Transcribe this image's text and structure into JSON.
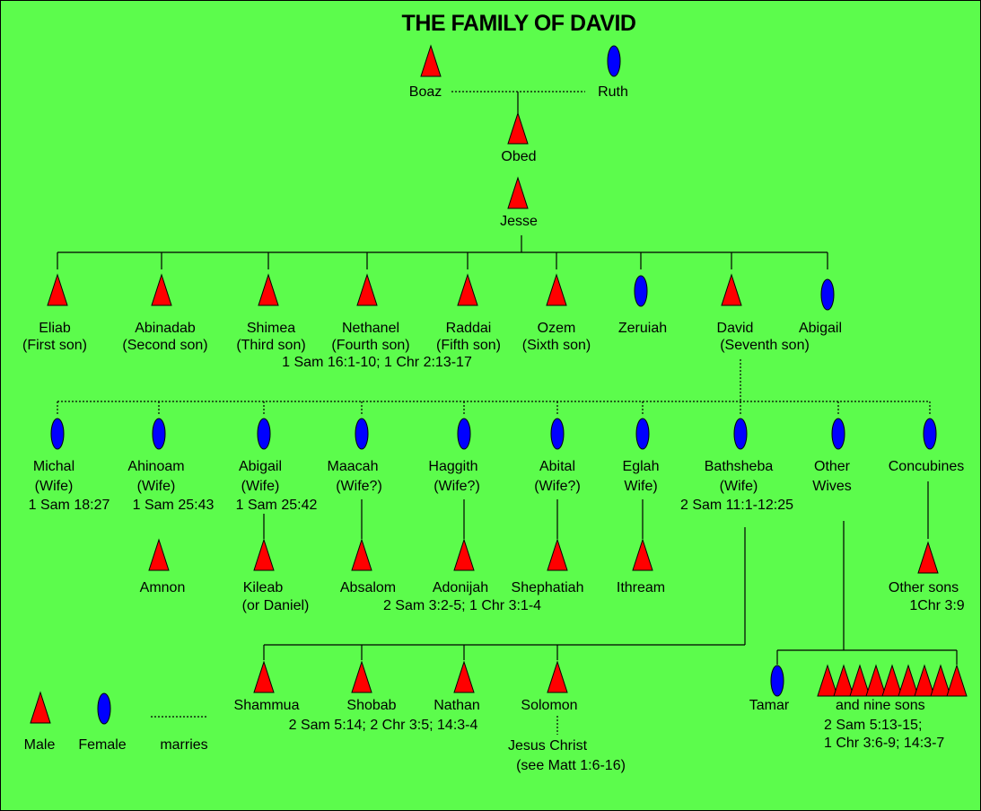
{
  "title": "THE FAMILY OF DAVID",
  "colors": {
    "background": "#5cfc4c",
    "male": "#ff0000",
    "female": "#0000ff",
    "line": "#000000"
  },
  "gen1": {
    "boaz": "Boaz",
    "ruth": "Ruth"
  },
  "gen2": {
    "obed": "Obed"
  },
  "gen3": {
    "jesse": "Jesse"
  },
  "children_of_jesse": [
    {
      "name": "Eliab",
      "note": "(First son)",
      "gender": "male"
    },
    {
      "name": "Abinadab",
      "note": "(Second son)",
      "gender": "male"
    },
    {
      "name": "Shimea",
      "note": "(Third son)",
      "gender": "male"
    },
    {
      "name": "Nethanel",
      "note": "(Fourth son)",
      "gender": "male"
    },
    {
      "name": "Raddai",
      "note": "(Fifth son)",
      "gender": "male"
    },
    {
      "name": "Ozem",
      "note": "(Sixth son)",
      "gender": "male"
    },
    {
      "name": "Zeruiah",
      "note": "",
      "gender": "female"
    },
    {
      "name": "David",
      "note": "(Seventh son)",
      "gender": "male"
    },
    {
      "name": "Abigail",
      "note": "",
      "gender": "female"
    }
  ],
  "jesse_reference": "1 Sam 16:1-10; 1 Chr 2:13-17",
  "wives": [
    {
      "name": "Michal",
      "role": "(Wife)",
      "ref": "1 Sam 18:27"
    },
    {
      "name": "Ahinoam",
      "role": "(Wife)",
      "ref": "1 Sam 25:43"
    },
    {
      "name": "Abigail",
      "role": "(Wife)",
      "ref": "1 Sam 25:42"
    },
    {
      "name": "Maacah",
      "role": "(Wife?)",
      "ref": ""
    },
    {
      "name": "Haggith",
      "role": "(Wife?)",
      "ref": ""
    },
    {
      "name": "Abital",
      "role": "(Wife?)",
      "ref": ""
    },
    {
      "name": "Eglah",
      "role": "Wife)",
      "ref": ""
    },
    {
      "name": "Bathsheba",
      "role": "(Wife)",
      "ref": "2 Sam 11:1-12:25"
    },
    {
      "name": "Other",
      "role": "Wives",
      "ref": ""
    },
    {
      "name": "Concubines",
      "role": "",
      "ref": ""
    }
  ],
  "sons_of_wives": {
    "amnon": "Amnon",
    "kileab": "Kileab",
    "kileab_alt": "(or Daniel)",
    "absalom": "Absalom",
    "adonijah": "Adonijah",
    "shephatiah": "Shephatiah",
    "ithream": "Ithream",
    "other_sons": "Other sons",
    "other_sons_ref": "1Chr 3:9",
    "wives_sons_ref": "2 Sam 3:2-5; 1 Chr 3:1-4"
  },
  "bathsheba_sons": {
    "shammua": "Shammua",
    "shobab": "Shobab",
    "nathan": "Nathan",
    "solomon": "Solomon",
    "ref": "2 Sam 5:14; 2 Chr 3:5; 14:3-4"
  },
  "descendant": {
    "jesus": "Jesus Christ",
    "jesus_ref": "(see Matt 1:6-16)"
  },
  "other_wives_children": {
    "tamar": "Tamar",
    "nine_sons": "and nine sons",
    "ref1": "2 Sam 5:13-15;",
    "ref2": "1 Chr 3:6-9; 14:3-7"
  },
  "legend": {
    "male": "Male",
    "female": "Female",
    "marries": "marries"
  }
}
